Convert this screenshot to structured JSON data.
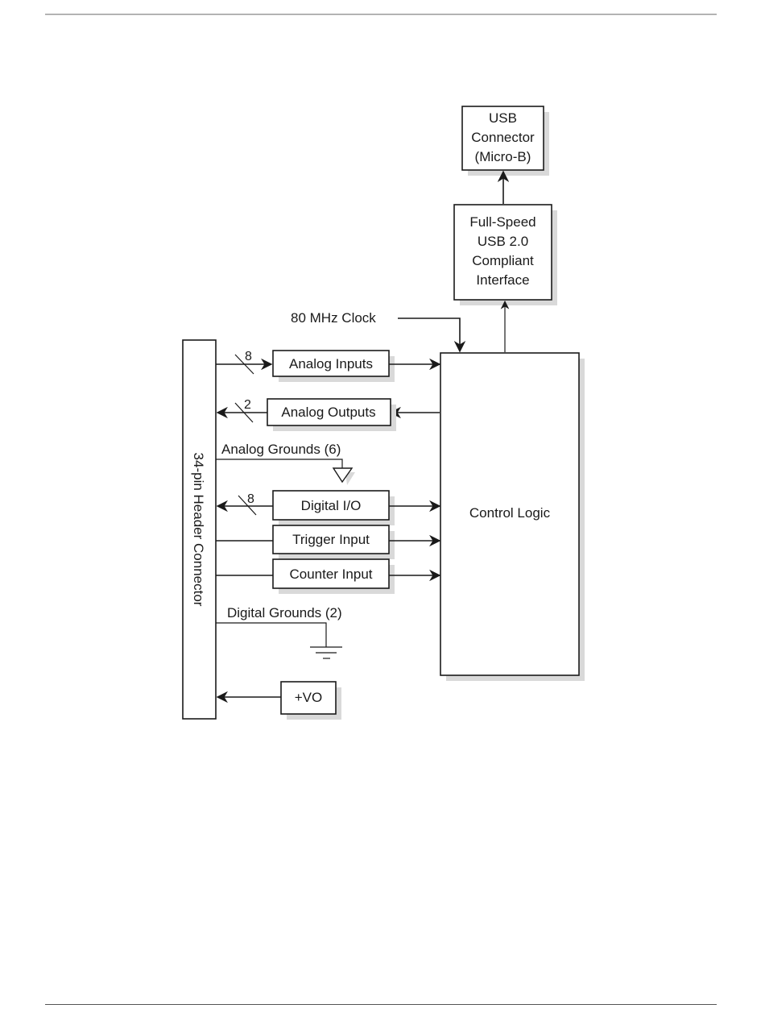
{
  "diagram": {
    "usb_connector": [
      "USB",
      "Connector",
      "(Micro-B)"
    ],
    "usb_interface": [
      "Full-Speed",
      "USB 2.0",
      "Compliant",
      "Interface"
    ],
    "clock_label": "80 MHz Clock",
    "header_connector": "34-pin Header Connector",
    "control_logic": "Control Logic",
    "analog_inputs": {
      "label": "Analog Inputs",
      "bus_width": "8"
    },
    "analog_outputs": {
      "label": "Analog Outputs",
      "bus_width": "2"
    },
    "analog_grounds": "Analog Grounds (6)",
    "digital_io": {
      "label": "Digital I/O",
      "bus_width": "8"
    },
    "trigger_input": "Trigger Input",
    "counter_input": "Counter Input",
    "digital_grounds": "Digital Grounds (2)",
    "vo": "+VO"
  }
}
